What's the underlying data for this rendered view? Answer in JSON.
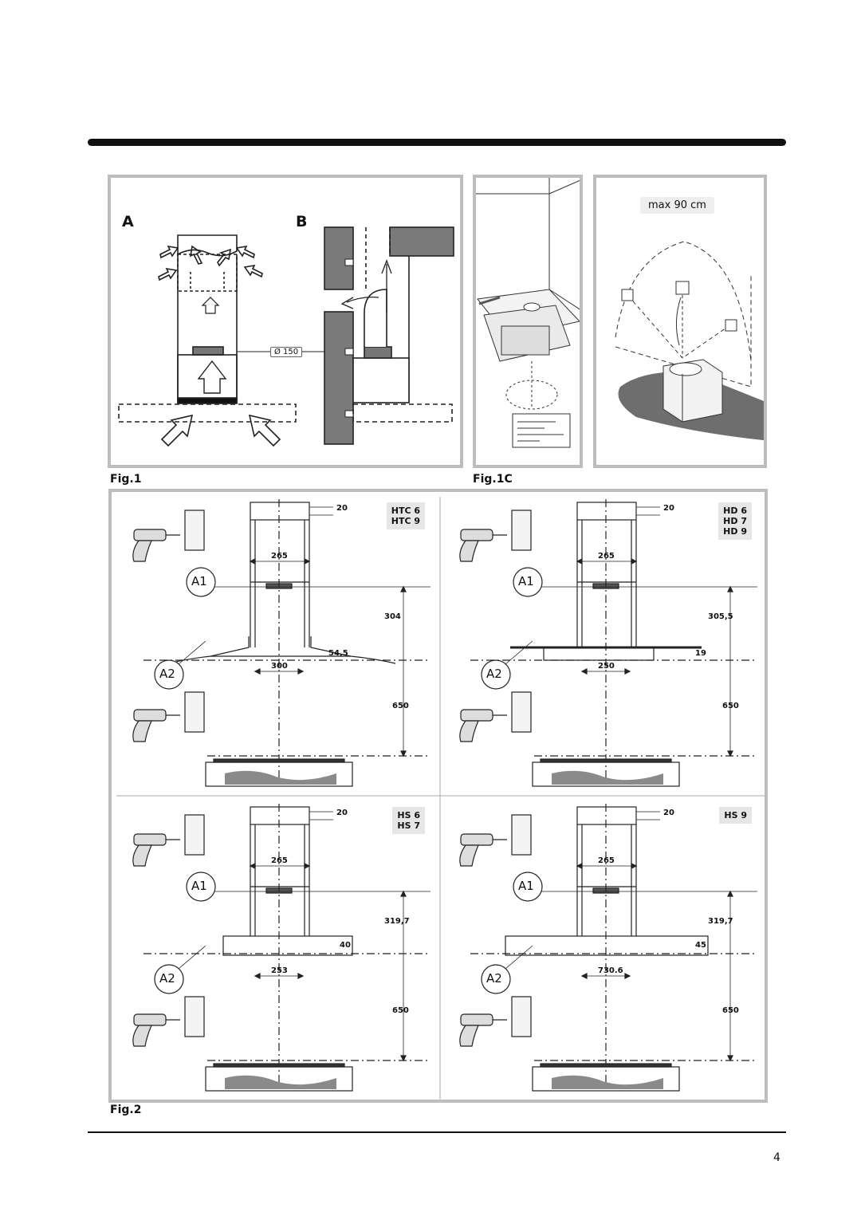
{
  "page": {
    "number": "4"
  },
  "figures": {
    "fig1": {
      "label": "Fig.1",
      "part_a": "A",
      "part_b": "B",
      "duct_diameter": "Ø 150"
    },
    "fig1c": {
      "label": "Fig.1C",
      "max_height": "max 90 cm"
    },
    "fig2": {
      "label": "Fig.2",
      "anchor_a1": "A1",
      "anchor_a2": "A2",
      "quadrants": [
        {
          "models": "HTC 6\nHTC 9",
          "dim_top": "20",
          "dim_width_upper": "265",
          "dim_height": "304",
          "dim_step": "54,5",
          "dim_width_lower": "300",
          "dim_bottom": "650"
        },
        {
          "models": "HD 6\nHD 7\nHD 9",
          "dim_top": "20",
          "dim_width_upper": "265",
          "dim_height": "305,5",
          "dim_step": "19",
          "dim_width_lower": "250",
          "dim_bottom": "650"
        },
        {
          "models": "HS 6\nHS 7",
          "dim_top": "20",
          "dim_width_upper": "265",
          "dim_height": "319,7",
          "dim_step": "40",
          "dim_width_lower": "253",
          "dim_bottom": "650"
        },
        {
          "models": "HS 9",
          "dim_top": "20",
          "dim_width_upper": "265",
          "dim_height": "319,7",
          "dim_step": "45",
          "dim_width_lower": "730.6",
          "dim_bottom": "650"
        }
      ]
    }
  }
}
